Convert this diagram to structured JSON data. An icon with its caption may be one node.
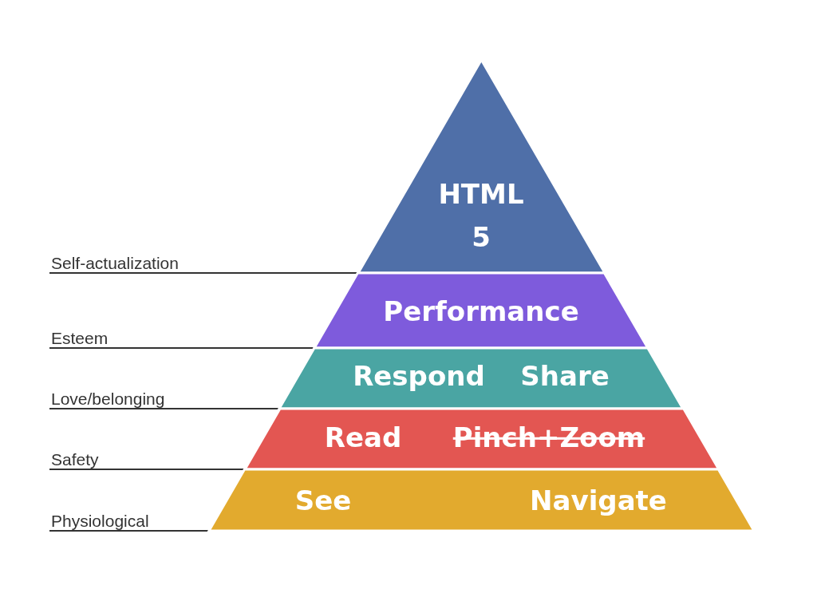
{
  "diagram": {
    "nodes": [
      {
        "text": [
          "HTML 5"
        ]
      },
      {
        "text": [
          "Performance"
        ]
      },
      {
        "text": [
          "Respond",
          "Share"
        ]
      },
      {
        "text": [
          "Read",
          "Pinch+Zoom"
        ]
      },
      {
        "text": [
          "See",
          "Navigate"
        ]
      },
      {
        "text": [
          "Self-actualization"
        ]
      },
      {
        "text": [
          "Esteem"
        ]
      },
      {
        "text": [
          "Love/belonging"
        ]
      },
      {
        "text": [
          "Safety"
        ]
      },
      {
        "text": [
          "Physiological"
        ]
      }
    ],
    "edges": [
      {
        "from": 5,
        "to": 0,
        "arrow": "none"
      },
      {
        "from": 6,
        "to": 1,
        "arrow": "none"
      },
      {
        "from": 7,
        "to": 2,
        "arrow": "none"
      },
      {
        "from": 8,
        "to": 3,
        "arrow": "none"
      },
      {
        "from": 9,
        "to": 4,
        "arrow": "none"
      }
    ]
  }
}
